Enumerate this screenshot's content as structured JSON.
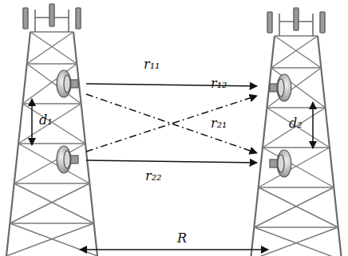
{
  "diagram": {
    "labels": [
      "r₁₁",
      "r₁₂",
      "r₂₁",
      "r₂₂",
      "d₁",
      "d₂",
      "R"
    ]
  }
}
